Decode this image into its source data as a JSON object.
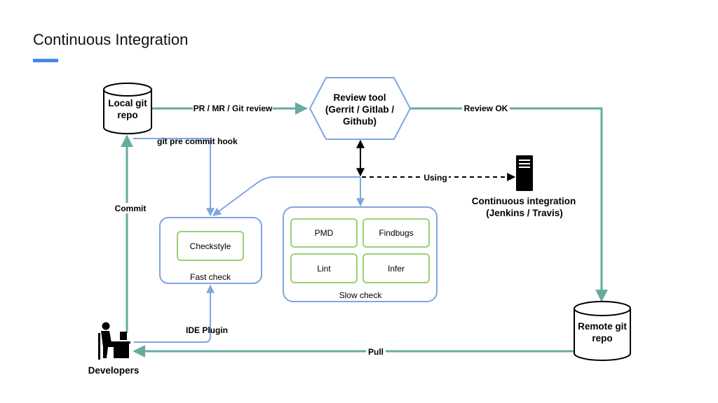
{
  "slide": {
    "title": "Continuous Integration"
  },
  "nodes": {
    "local_repo": [
      "Local git",
      "repo"
    ],
    "review_tool": [
      "Review tool",
      "(Gerrit / Gitlab /",
      "Github)"
    ],
    "ci_server": [
      "Continuous integration",
      "(Jenkins / Travis)"
    ],
    "remote_repo": [
      "Remote git",
      "repo"
    ],
    "developers": "Developers"
  },
  "edges": {
    "pr_review": "PR / MR / Git review",
    "review_ok": "Review OK",
    "pre_commit": "git pre commit hook",
    "using": "Using",
    "commit": "Commit",
    "ide_plugin": "IDE Plugin",
    "pull": "Pull"
  },
  "fast_check": {
    "label": "Fast check",
    "tools": [
      "Checkstyle"
    ]
  },
  "slow_check": {
    "label": "Slow check",
    "tools": [
      "PMD",
      "Findbugs",
      "Lint",
      "Infer"
    ]
  },
  "colors": {
    "teal": "#67AB9F",
    "blue": "#7EA6E0",
    "green": "#97D077",
    "accent": "#4A86E8"
  }
}
